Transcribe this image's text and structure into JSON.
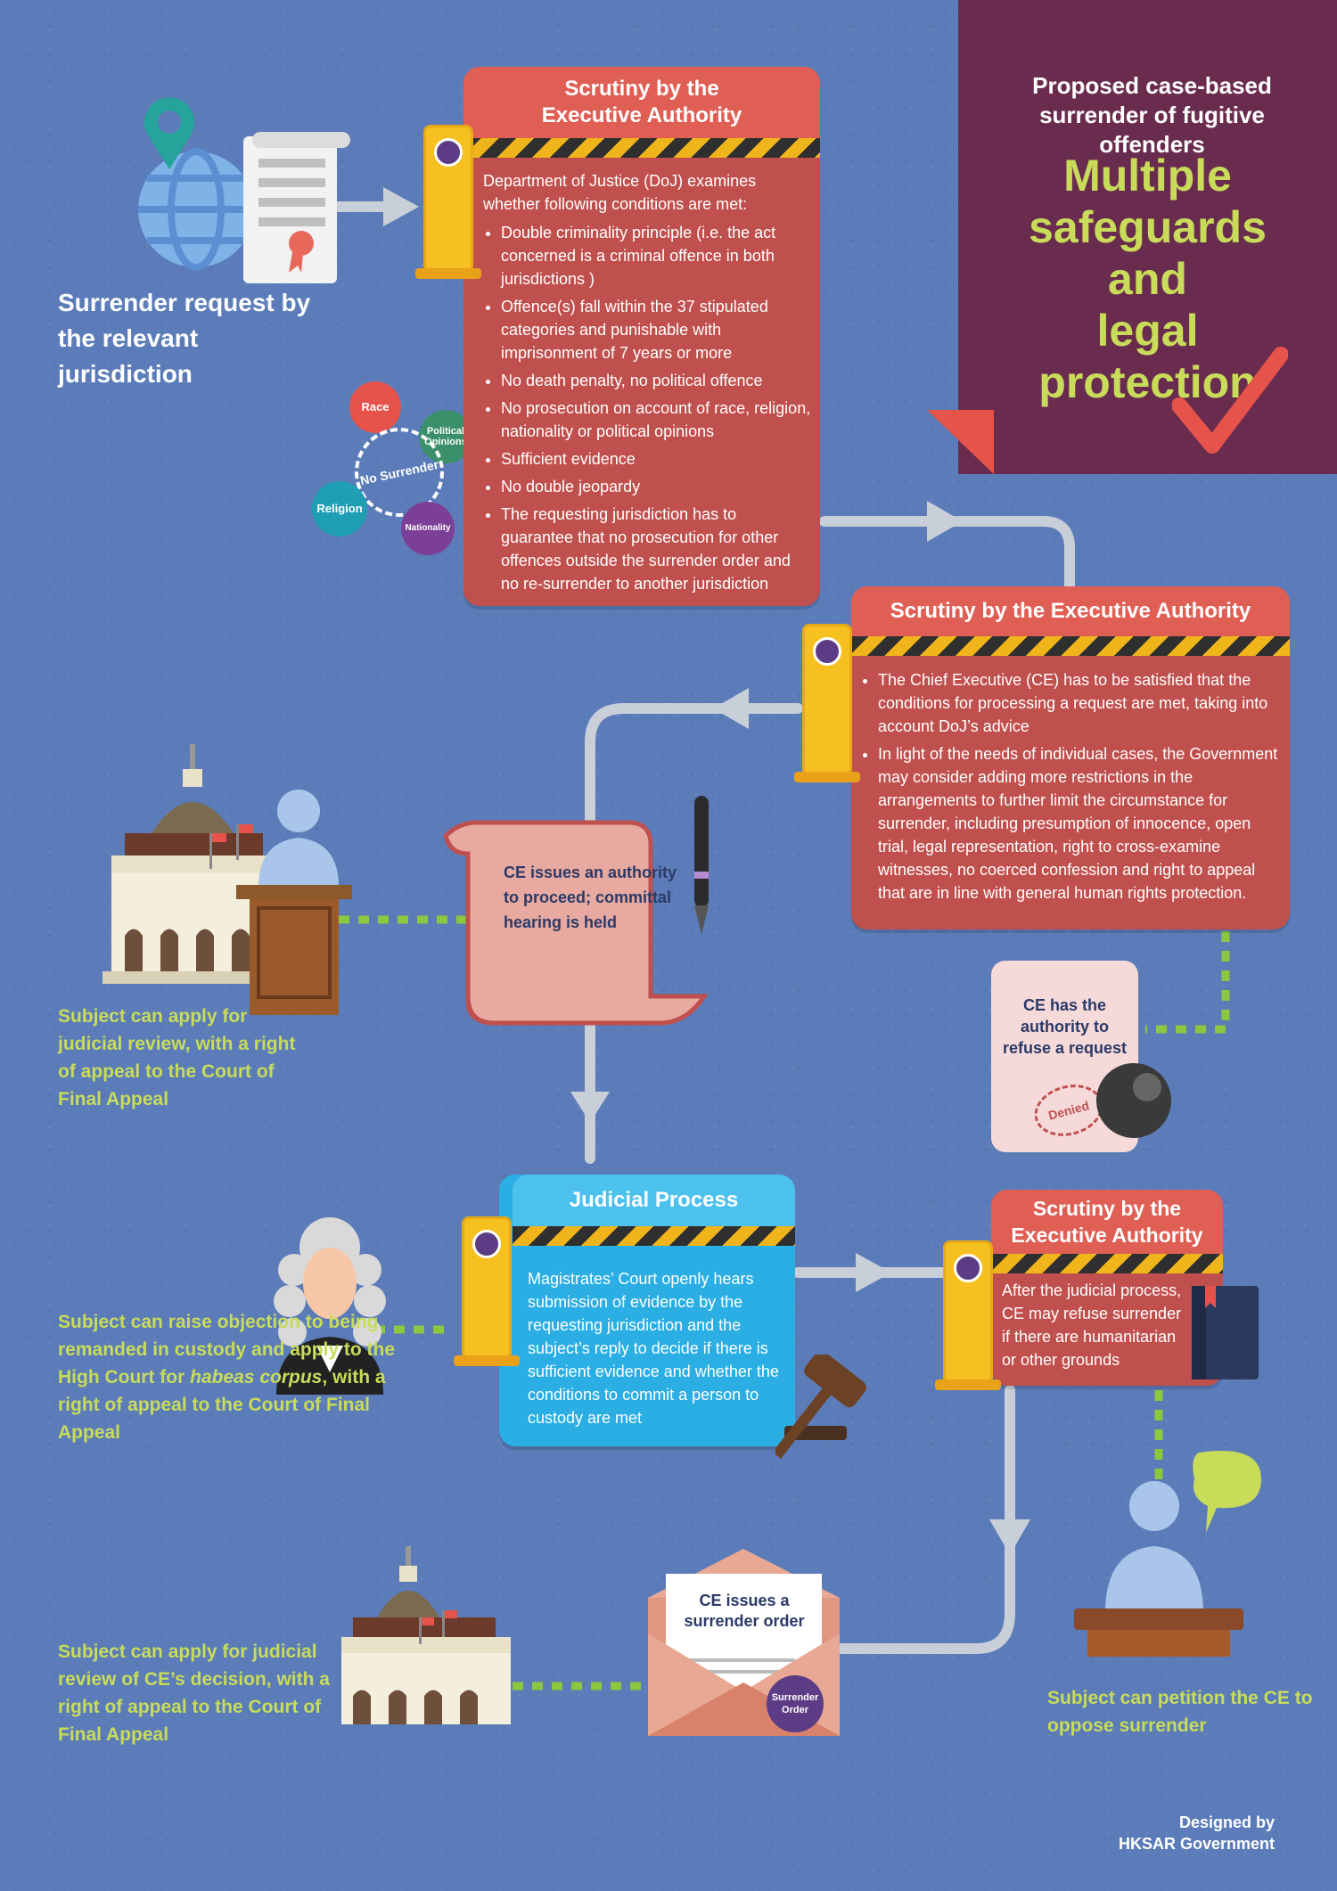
{
  "header": {
    "subtitle": "Proposed case-based surrender of fugitive offenders",
    "title_lines": [
      "Multiple",
      "safeguards",
      "and",
      "legal",
      "protection"
    ]
  },
  "step1": {
    "label": "Surrender request by the relevant jurisdiction",
    "badges": [
      "Race",
      "Political Opinions",
      "No Surrender",
      "Religion",
      "Nationality"
    ]
  },
  "card1": {
    "title": "Scrutiny by the Executive Authority",
    "intro": "Department of Justice (DoJ) examines whether following conditions are met:",
    "items": [
      "Double criminality principle (i.e. the act concerned is a criminal offence in both jurisdictions )",
      "Offence(s) fall within the 37 stipulated categories and punishable with imprisonment of 7 years or more",
      "No death penalty, no political offence",
      "No prosecution on account of race, religion, nationality or political opinions",
      "Sufficient evidence",
      "No double jeopardy",
      "The requesting jurisdiction has to guarantee that no prosecution for other offences outside the surrender order and no re-surrender to another jurisdiction"
    ]
  },
  "card2": {
    "title": "Scrutiny by the Executive Authority",
    "items": [
      "The Chief Executive (CE) has to be satisfied that the conditions for processing a request are met, taking into account DoJ’s advice",
      "In light of the needs of individual cases, the Government may consider adding more restrictions in the arrangements to further limit the circumstance for surrender, including presumption of innocence, open trial, legal representation, right to cross-examine witnesses, no coerced confession and right to appeal that are in line with general human rights protection."
    ]
  },
  "scroll": {
    "text": "CE issues an authority to proceed; committal hearing is held"
  },
  "refuse": {
    "text": "CE has the authority to refuse a request",
    "stamp": "Denied"
  },
  "jr1": {
    "text": "Subject can apply for judicial review, with a right of appeal to the Court of Final Appeal"
  },
  "judicial": {
    "title": "Judicial Process",
    "text": "Magistrates’ Court openly hears submission of evidence by the requesting jurisdiction and the subject’s reply to decide if there is sufficient evidence and whether the conditions to commit a person to custody are met"
  },
  "habeas": {
    "text_before": "Subject can raise objection to being remanded in custody and apply to the High Court for ",
    "text_italic": "habeas corpus",
    "text_after": ", with a right of appeal to the Court of Final Appeal"
  },
  "card3": {
    "title": "Scrutiny by the Executive Authority",
    "text": "After the judicial process, CE may refuse surrender if there are humanitarian or other grounds"
  },
  "petition": {
    "text": "Subject can petition the CE to oppose surrender"
  },
  "order": {
    "text": "CE issues a surrender order",
    "seal": "Surrender Order"
  },
  "jr2": {
    "text": "Subject can apply for judicial review of CE’s decision, with a right of appeal to the Court of Final Appeal"
  },
  "footer": {
    "line1": "Designed by",
    "line2": "HKSAR Government"
  },
  "colors": {
    "background": "#5b7cb8",
    "card_red": "#c0504d",
    "header_red": "#e05f55",
    "judicial_blue": "#2aaee4",
    "title_panel": "#6a2c4e",
    "accent_green": "#c8dc5a"
  }
}
